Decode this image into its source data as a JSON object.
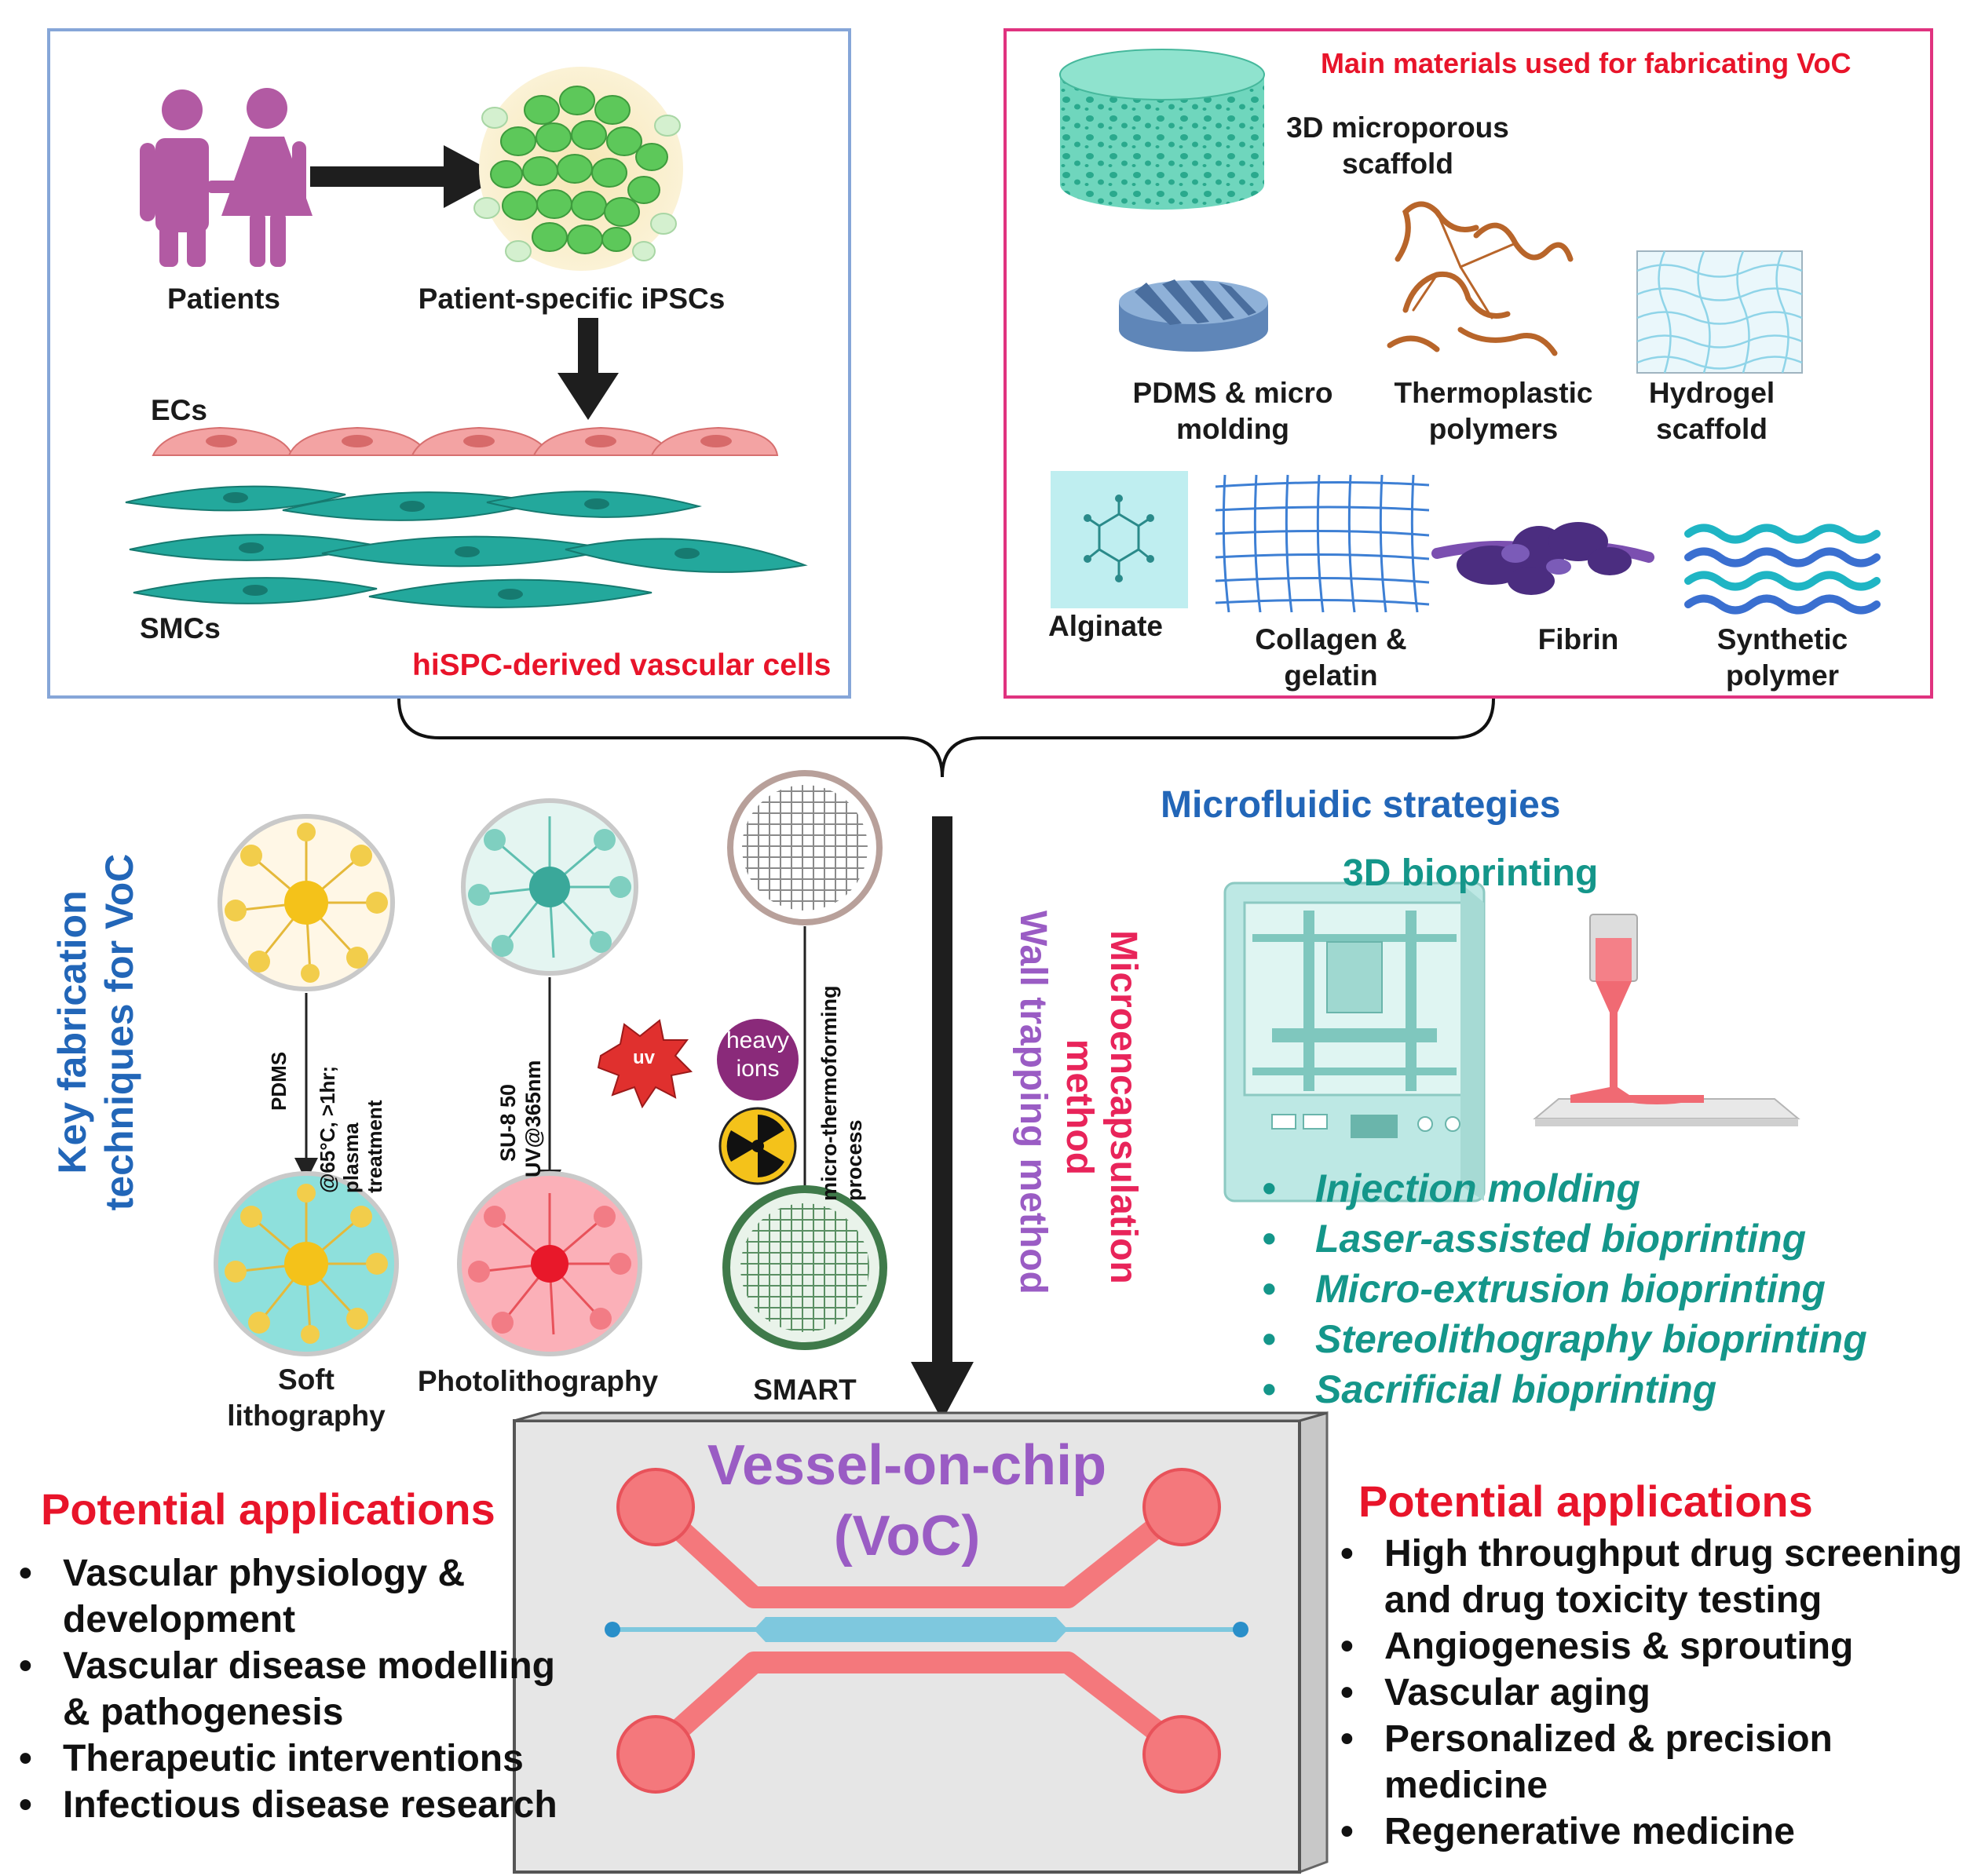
{
  "colors": {
    "blue_border": "#86a6d8",
    "pink_border": "#e0337f",
    "red_heading": "#e8142a",
    "blue_heading": "#2266b8",
    "teal_text": "#14968a",
    "purple_text": "#9a5cc4",
    "pink_title": "#e8245a",
    "chip_bg": "#e6e6e6",
    "channel_red": "#f4787c",
    "channel_blue": "#7ec8de"
  },
  "cells_panel": {
    "patients": "Patients",
    "ipscs": "Patient-specific iPSCs",
    "ecs": "ECs",
    "smcs": "SMCs",
    "caption": "hiSPC-derived vascular cells"
  },
  "materials_panel": {
    "title": "Main materials used for fabricating VoC",
    "scaffold_3d": [
      "3D microporous",
      "scaffold"
    ],
    "pdms": [
      "PDMS & micro",
      "molding"
    ],
    "thermoplastic": [
      "Thermoplastic",
      "polymers"
    ],
    "hydrogel": [
      "Hydrogel",
      "scaffold"
    ],
    "alginate": "Alginate",
    "collagen": [
      "Collagen &",
      "gelatin"
    ],
    "fibrin": "Fibrin",
    "synthetic": [
      "Synthetic",
      "polymer"
    ]
  },
  "fabrication": {
    "heading": [
      "Key fabrication",
      "techniques for VoC"
    ],
    "soft": {
      "step_a": "PDMS",
      "step_b": [
        "@65°C, >1hr;",
        "plasma",
        "treatment"
      ],
      "label": [
        "Soft",
        "lithography"
      ]
    },
    "photo": {
      "step_a": "SU-8 50",
      "step_b": "UV@365nm",
      "uv_badge": "uv",
      "label": "Photolithography"
    },
    "smart": {
      "heavy_ions": [
        "heavy",
        "ions"
      ],
      "step": [
        "micro-thermoforming",
        "process"
      ],
      "label": "SMART"
    },
    "wall_trapping": "Wall trapping method",
    "microencapsulation": [
      "Microencapsulation",
      "method"
    ]
  },
  "microfluidic": {
    "heading": "Microfluidic strategies",
    "bioprinting_heading": "3D bioprinting",
    "items": [
      "Injection molding",
      "Laser-assisted bioprinting",
      "Micro-extrusion bioprinting",
      "Stereolithography bioprinting",
      "Sacrificial bioprinting"
    ]
  },
  "chip": {
    "title": [
      "Vessel-on-chip",
      "(VoC)"
    ]
  },
  "applications_left": {
    "heading": "Potential applications",
    "items": [
      "Vascular physiology & development",
      "Vascular disease modelling & pathogenesis",
      "Therapeutic interventions",
      "Infectious disease research"
    ]
  },
  "applications_right": {
    "heading": "Potential applications",
    "items": [
      "High throughput drug screening and drug toxicity testing",
      "Angiogenesis & sprouting",
      "Vascular aging",
      "Personalized & precision medicine",
      "Regenerative medicine"
    ]
  }
}
